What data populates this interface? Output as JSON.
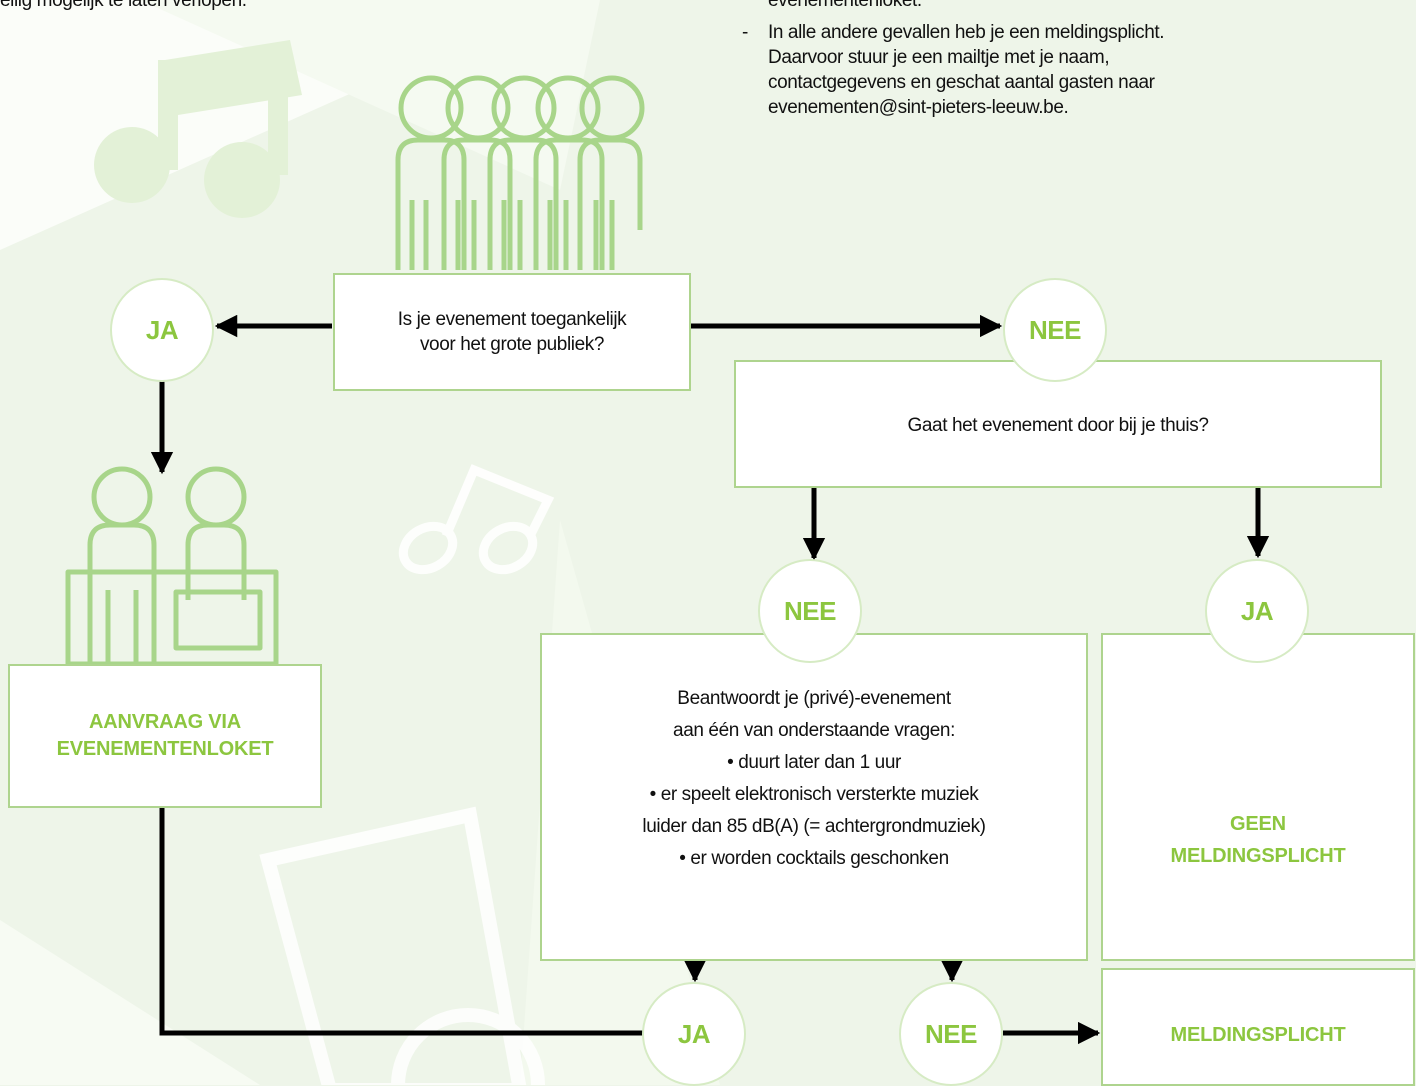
{
  "top_left_text": "eilig mogelijk te laten verlopen.",
  "rules": {
    "line1": "evenementenloket.",
    "item2": [
      "In alle andere gevallen heb je een meldingsplicht.",
      "Daarvoor stuur je een mailtje met je naam,",
      "contactgegevens en geschat aantal gasten naar",
      "evenementen@sint-pieters-leeuw.be."
    ],
    "bullet": "-"
  },
  "boxes": {
    "question_public": [
      "Is je evenement toegankelijk",
      "voor het grote publiek?"
    ],
    "question_home": "Gaat het evenement door bij je thuis?",
    "aanvraag": [
      "AANVRAAG VIA",
      "EVENEMENTENLOKET"
    ],
    "question_private": [
      "Beantwoordt je (privé)-evenement",
      "aan één van onderstaande vragen:",
      "• duurt later dan 1 uur",
      "• er speelt elektronisch versterkte muziek",
      "luider dan 85 dB(A) (= achtergrondmuziek)",
      "• er worden cocktails geschonken"
    ],
    "geen": [
      "GEEN",
      "MELDINGSPLICHT"
    ],
    "meldingsplicht": "MELDINGSPLICHT"
  },
  "bubbles": {
    "ja_left": "JA",
    "nee_right": "NEE",
    "nee_mid": "NEE",
    "ja_right": "JA",
    "ja_bottom": "JA",
    "nee_bottom": "NEE"
  },
  "colors": {
    "accent": "#8cc63f",
    "box_border": "#aed48e",
    "background": "#eef5e9",
    "icon_line": "#a8d58a"
  },
  "icons": [
    "music-note-icon",
    "crowd-icon",
    "counter-desk-icon",
    "glass-icon"
  ]
}
